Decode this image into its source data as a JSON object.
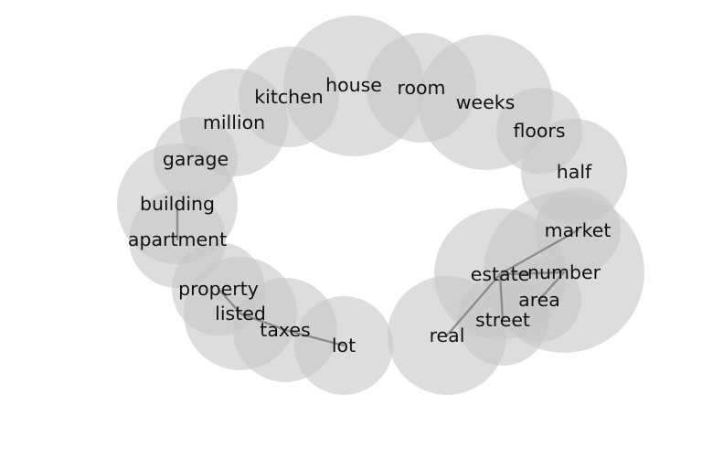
{
  "diagram": {
    "type": "word-cooccurrence-bubble-network",
    "bubble_color": "#c8c8c8",
    "link_color": "#8c8c8c",
    "text_color": "#111111",
    "words": [
      "house",
      "room",
      "kitchen",
      "weeks",
      "million",
      "floors",
      "garage",
      "half",
      "building",
      "market",
      "apartment",
      "estate",
      "number",
      "property",
      "area",
      "listed",
      "street",
      "taxes",
      "real",
      "lot"
    ],
    "links": [
      {
        "from": "building",
        "to": "apartment"
      },
      {
        "from": "property",
        "to": "listed"
      },
      {
        "from": "listed",
        "to": "taxes"
      },
      {
        "from": "taxes",
        "to": "lot"
      },
      {
        "from": "market",
        "to": "estate"
      },
      {
        "from": "estate",
        "to": "real"
      },
      {
        "from": "estate",
        "to": "number"
      },
      {
        "from": "number",
        "to": "area"
      },
      {
        "from": "estate",
        "to": "street"
      }
    ]
  }
}
